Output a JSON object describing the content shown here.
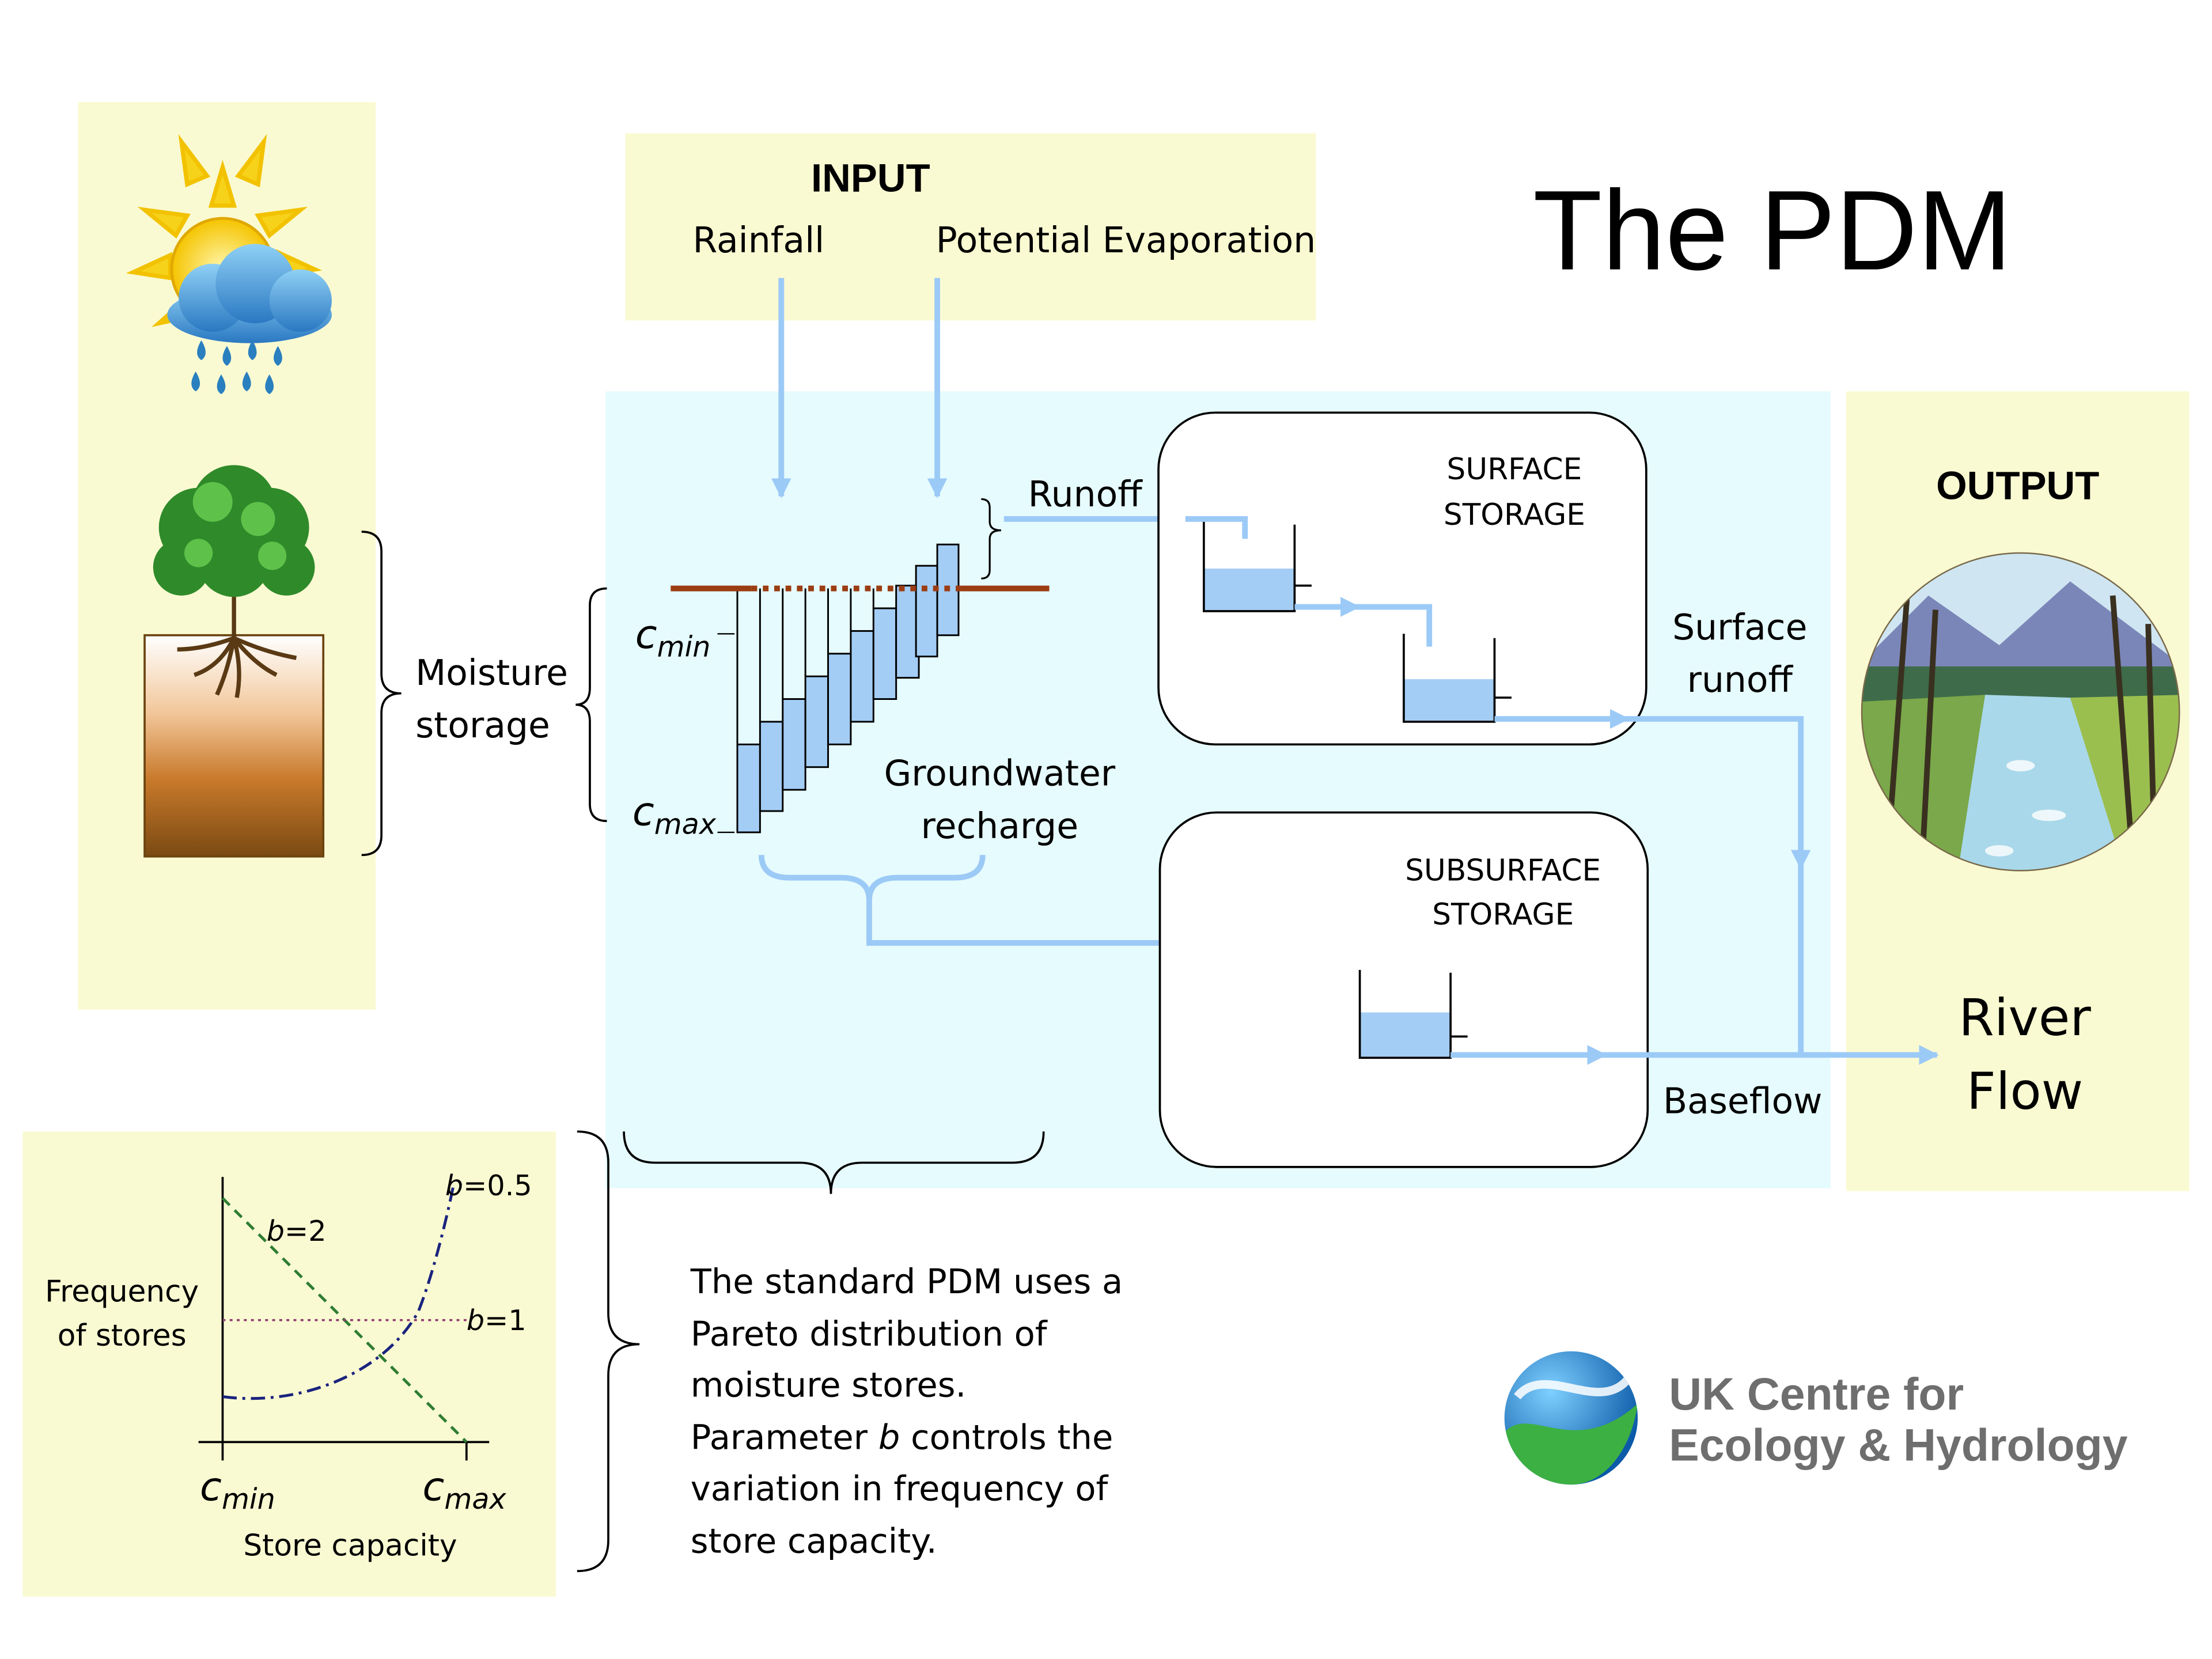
{
  "title": "The PDM",
  "input": {
    "heading": "INPUT",
    "rainfall": "Rainfall",
    "evaporation": "Potential Evaporation"
  },
  "store": {
    "runoff": "Runoff",
    "moisture_line1": "Moisture",
    "moisture_line2": "storage",
    "cmin_base": "c",
    "cmin_sub": "min",
    "cmax_base": "c",
    "cmax_sub": "max",
    "recharge_line1": "Groundwater",
    "recharge_line2": "recharge"
  },
  "surface_storage": {
    "line1": "SURFACE",
    "line2": "STORAGE"
  },
  "subsurface_storage": {
    "line1": "SUBSURFACE",
    "line2": "STORAGE"
  },
  "surface_runoff": {
    "line1": "Surface",
    "line2": "runoff"
  },
  "baseflow": "Baseflow",
  "output": {
    "heading": "OUTPUT",
    "line1": "River",
    "line2": "Flow"
  },
  "description": {
    "line1": "The standard PDM uses a",
    "line2": "Pareto distribution of",
    "line3": "moisture stores.",
    "line4_pre": "Parameter ",
    "line4_var": "b",
    "line4_post": " controls the",
    "line5": "variation in frequency of",
    "line6": "store capacity."
  },
  "inset": {
    "ylabel_line1": "Frequency",
    "ylabel_line2": "of stores",
    "xlabel": "Store capacity",
    "cmin_base": "c",
    "cmin_sub": "min",
    "cmax_base": "c",
    "cmax_sub": "max",
    "curves": [
      {
        "var": "b",
        "value": "=2",
        "color": "#2e7d32",
        "style": "dashed"
      },
      {
        "var": "b",
        "value": "=1",
        "color": "#8e3a6e",
        "style": "dotted"
      },
      {
        "var": "b",
        "value": "=0.5",
        "color": "#1a237e",
        "style": "dash-dot"
      }
    ]
  },
  "logo": {
    "line1": "UK Centre for",
    "line2": "Ecology & Hydrology"
  },
  "icons": [
    "sun-cloud-rain-icon",
    "tree-soil-icon",
    "river-scene-icon",
    "ukceh-logo-icon"
  ],
  "colors": {
    "panel_yellow": "#fafad2",
    "model_blue": "#e6fbfd",
    "water_blue": "#a3cdf5",
    "arrow_blue": "#9ccaf7",
    "soil_line": "#9b3d12"
  }
}
